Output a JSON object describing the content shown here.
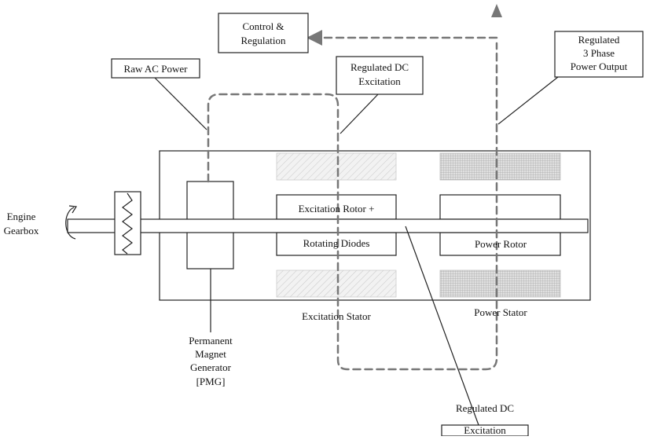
{
  "labels": {
    "control": [
      "Control &",
      "Regulation"
    ],
    "raw_ac": "Raw AC Power",
    "reg_dc_top": [
      "Regulated DC",
      "Excitation"
    ],
    "reg_3phase": [
      "Regulated",
      "3 Phase",
      "Power Output"
    ],
    "engine": [
      "Engine",
      "Gearbox"
    ],
    "exc_rotor_top": "Excitation Rotor +",
    "exc_rotor_bottom": "Rotating Diodes",
    "power_rotor": "Power Rotor",
    "exc_stator": "Excitation Stator",
    "power_stator": "Power Stator",
    "pmg": [
      "Permanent",
      "Magnet",
      "Generator",
      "[PMG]"
    ],
    "reg_dc_bottom": [
      "Regulated DC",
      "Excitation"
    ]
  },
  "colors": {
    "stroke": "#222222",
    "flow_dash": "#777777",
    "exc_stator_fill": "#eeeeee",
    "power_stator_fill": "#d5d5d5"
  }
}
